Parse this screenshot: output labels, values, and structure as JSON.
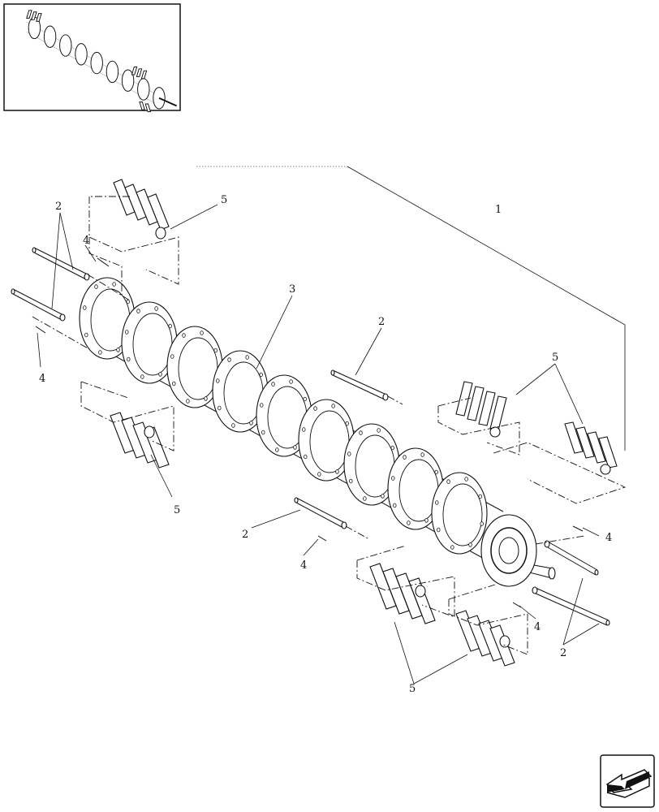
{
  "callouts": {
    "c1": "1",
    "c2a": "2",
    "c2b": "2",
    "c2c": "2",
    "c2d": "2",
    "c3": "3",
    "c4a": "4",
    "c4b": "4",
    "c4c": "4",
    "c4d": "4",
    "c4e": "4",
    "c5a": "5",
    "c5b": "5",
    "c5c": "5",
    "c5d": "5"
  },
  "icons": {
    "thumbnail": "assembly-thumbnail",
    "nav": "next-page-arrow-icon"
  }
}
